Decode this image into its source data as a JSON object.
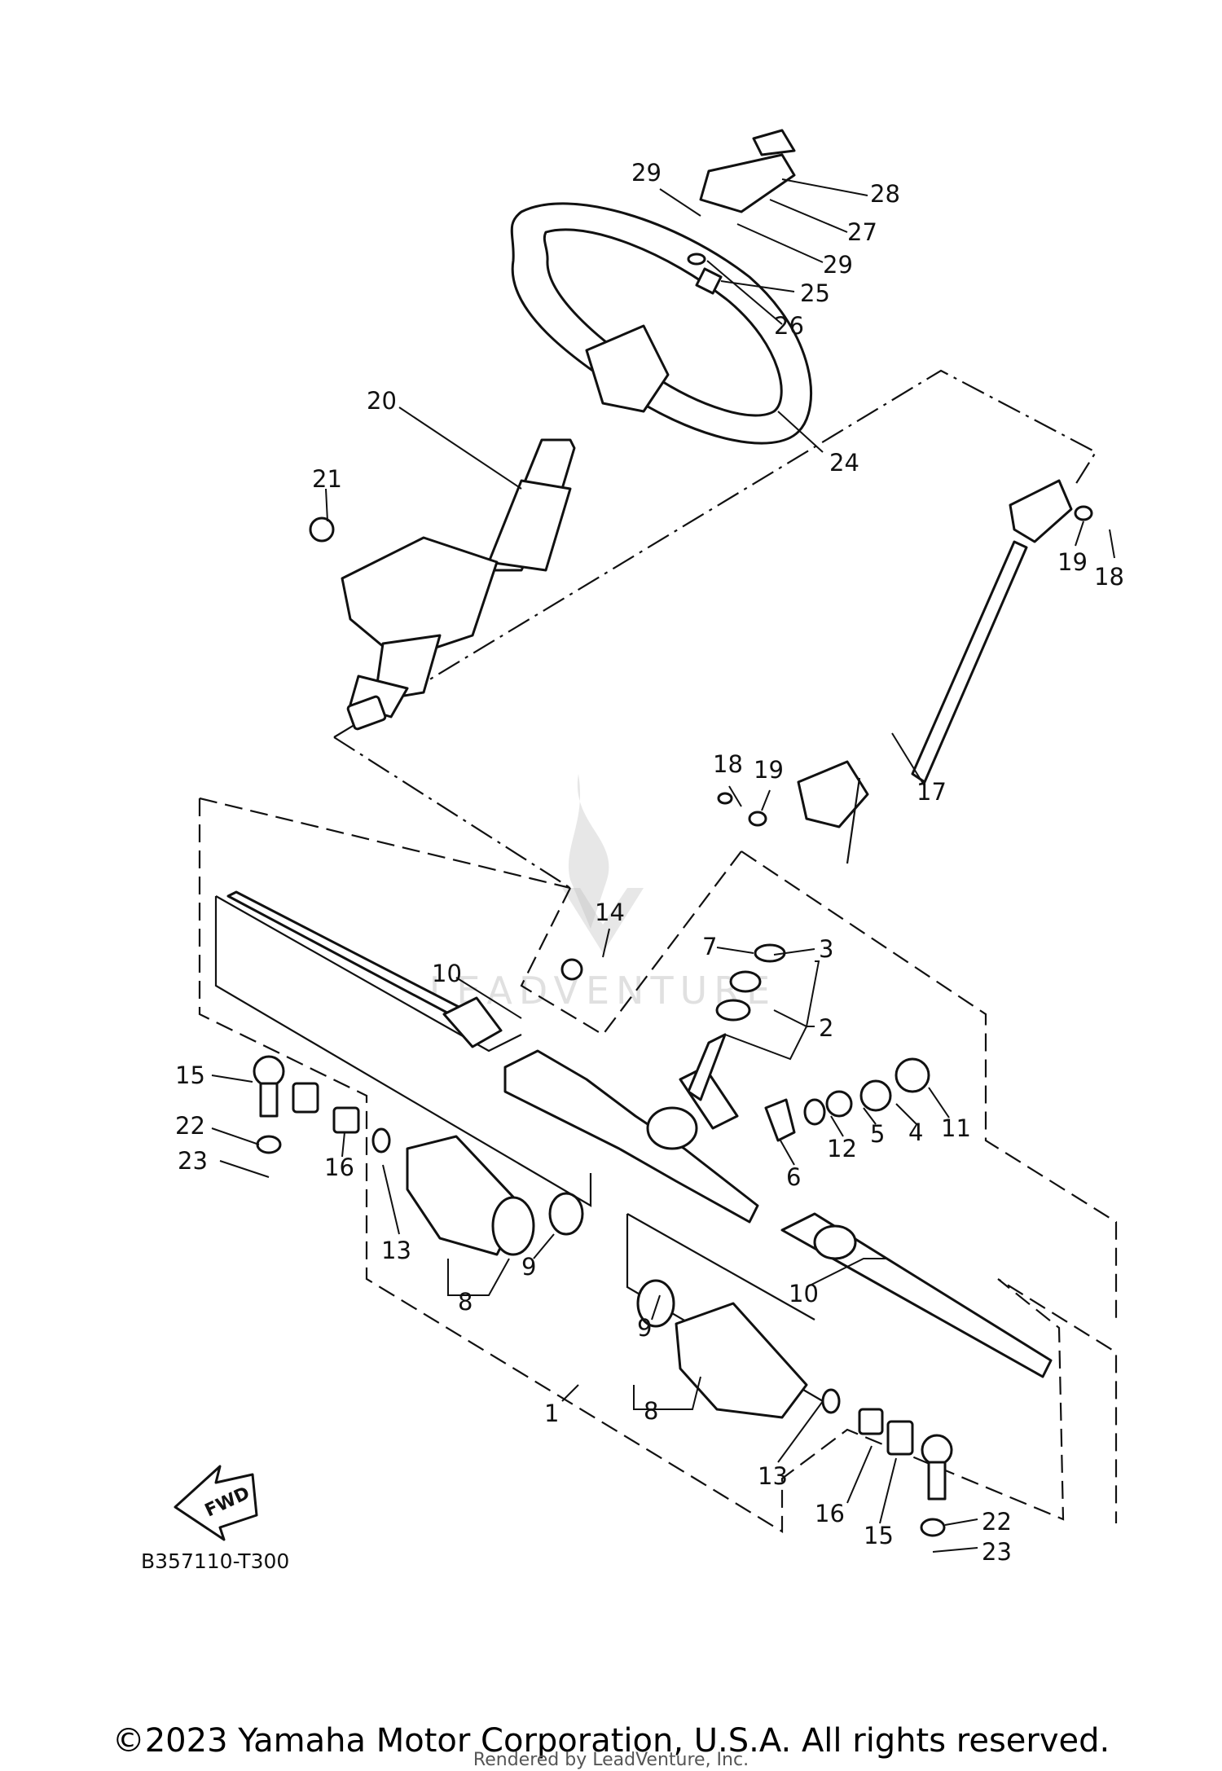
{
  "diagram": {
    "drawing_code": "B357110-T300",
    "fwd_label": "FWD",
    "watermark": "LEADVENTURE",
    "callouts": [
      {
        "id": "c28",
        "text": "28"
      },
      {
        "id": "c29a",
        "text": "29"
      },
      {
        "id": "c27",
        "text": "27"
      },
      {
        "id": "c29b",
        "text": "29"
      },
      {
        "id": "c25",
        "text": "25"
      },
      {
        "id": "c26",
        "text": "26"
      },
      {
        "id": "c20",
        "text": "20"
      },
      {
        "id": "c24",
        "text": "24"
      },
      {
        "id": "c21",
        "text": "21"
      },
      {
        "id": "c19a",
        "text": "19"
      },
      {
        "id": "c18a",
        "text": "18"
      },
      {
        "id": "c18b",
        "text": "18"
      },
      {
        "id": "c19b",
        "text": "19"
      },
      {
        "id": "c17",
        "text": "17"
      },
      {
        "id": "c14",
        "text": "14"
      },
      {
        "id": "c7",
        "text": "7"
      },
      {
        "id": "c3",
        "text": "3"
      },
      {
        "id": "c10a",
        "text": "10"
      },
      {
        "id": "c2",
        "text": "2"
      },
      {
        "id": "c15a",
        "text": "15"
      },
      {
        "id": "c22a",
        "text": "22"
      },
      {
        "id": "c23a",
        "text": "23"
      },
      {
        "id": "c16a",
        "text": "16"
      },
      {
        "id": "c13a",
        "text": "13"
      },
      {
        "id": "c8a",
        "text": "8"
      },
      {
        "id": "c9a",
        "text": "9"
      },
      {
        "id": "c6",
        "text": "6"
      },
      {
        "id": "c12",
        "text": "12"
      },
      {
        "id": "c5",
        "text": "5"
      },
      {
        "id": "c4",
        "text": "4"
      },
      {
        "id": "c11",
        "text": "11"
      },
      {
        "id": "c10b",
        "text": "10"
      },
      {
        "id": "c9b",
        "text": "9"
      },
      {
        "id": "c8b",
        "text": "8"
      },
      {
        "id": "c1",
        "text": "1"
      },
      {
        "id": "c13b",
        "text": "13"
      },
      {
        "id": "c16b",
        "text": "16"
      },
      {
        "id": "c15b",
        "text": "15"
      },
      {
        "id": "c22b",
        "text": "22"
      },
      {
        "id": "c23b",
        "text": "23"
      }
    ]
  },
  "footer": {
    "copyright": "©2023 Yamaha Motor Corporation, U.S.A. All rights reserved.",
    "rendered_by": "Rendered by LeadVenture, Inc."
  }
}
